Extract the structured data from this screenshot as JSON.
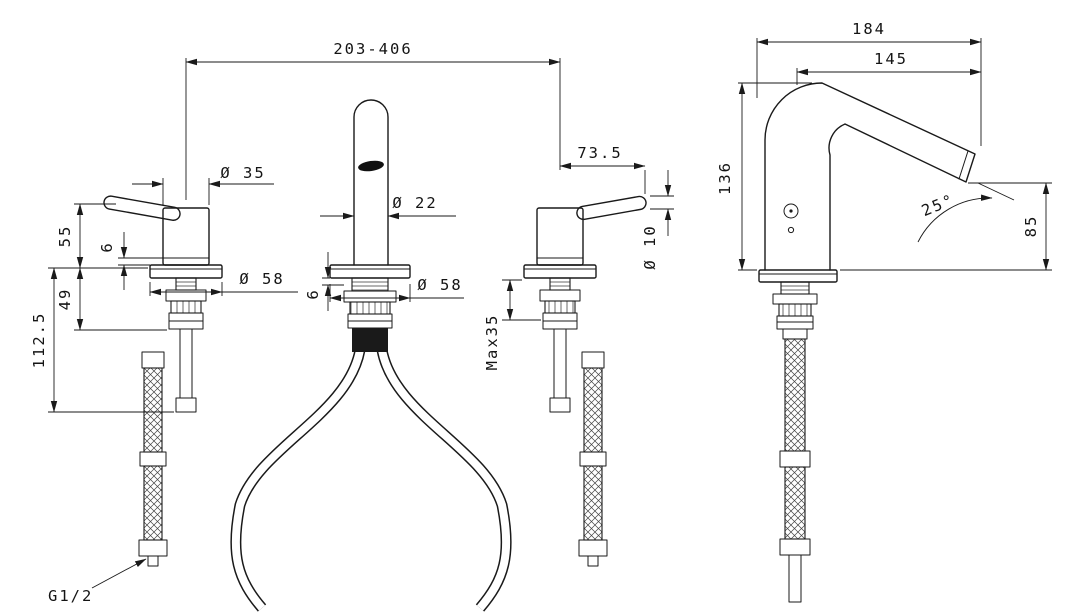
{
  "style": {
    "background": "#ffffff",
    "line_color": "#1a1a1a"
  },
  "front_view": {
    "dimensions": {
      "spread": "203-406",
      "handle_diameter": "Ø 35",
      "spout_diameter": "Ø 22",
      "handle_length": "73.5",
      "lever_diameter": "Ø 10",
      "handle_height": "55",
      "handle_trim_height": "6",
      "base_diameter_left": "Ø 58",
      "escutcheon_height": "6",
      "base_diameter_center": "Ø 58",
      "under_counter_depth": "49",
      "overall_under_depth": "112.5",
      "max_counter_thickness": "Max35",
      "supply_thread": "G1/2"
    }
  },
  "side_view": {
    "dimensions": {
      "overall_reach": "184",
      "spout_reach": "145",
      "spout_height": "136",
      "outlet_height": "85",
      "outlet_angle": "25°"
    }
  }
}
